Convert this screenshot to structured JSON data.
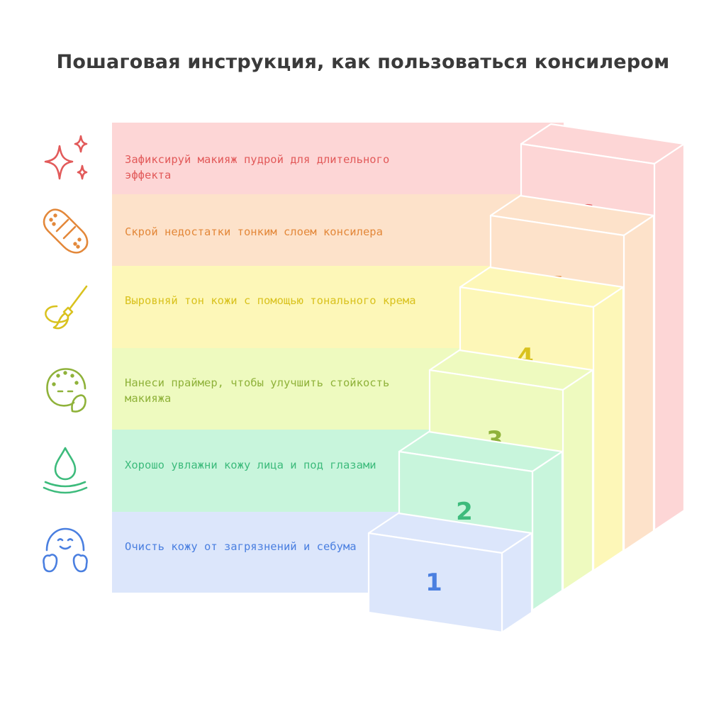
{
  "title": "Пошаговая инструкция, как пользоваться консилером",
  "steps": [
    {
      "number": "1",
      "text": "Очисть кожу от загрязнений и себума",
      "color": "#4a7fe0",
      "fill": "#dce6fb",
      "icon": "smiling-face-hands-icon"
    },
    {
      "number": "2",
      "text": "Хорошо увлажни кожу лица и под глазами",
      "color": "#3dbb7c",
      "fill": "#c8f5dc",
      "icon": "water-drop-icon"
    },
    {
      "number": "3",
      "text": "Нанеси праймер, чтобы улучшить стойкость макияжа",
      "color": "#8fb23a",
      "fill": "#eefabf",
      "icon": "face-cream-icon"
    },
    {
      "number": "4",
      "text": "Выровняй тон кожи с помощью тонального крема",
      "color": "#d9c21e",
      "fill": "#fdf7b8",
      "icon": "makeup-brush-icon"
    },
    {
      "number": "5",
      "text": "Скрой недостатки тонким слоем консилера",
      "color": "#e3883a",
      "fill": "#fde2ca",
      "icon": "bandage-icon"
    },
    {
      "number": "6",
      "text": "Зафиксируй макияж пудрой для длительного эффекта",
      "color": "#e25a5a",
      "fill": "#fdd6d6",
      "icon": "sparkles-icon"
    }
  ]
}
